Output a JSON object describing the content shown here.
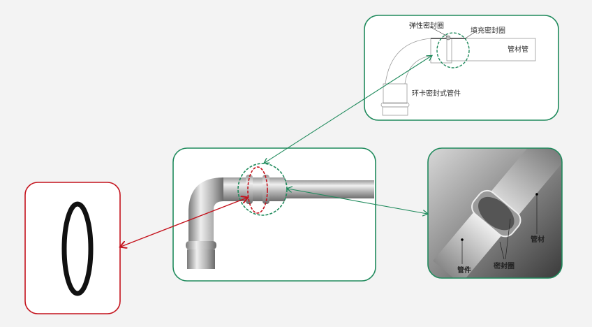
{
  "detail_drawing": {
    "elastic_seal_label": "弹性密封圈",
    "filler_seal_label": "填充密封圈",
    "pipe_label": "管材管",
    "fitting_label": "环卡密封式管件"
  },
  "cutaway_photo": {
    "pipe_label": "管材",
    "fitting_label": "管件",
    "seal_label": "密封圈"
  },
  "colors": {
    "green": "#1f8a5c",
    "red": "#c4121c",
    "background": "#f3f3f3"
  }
}
